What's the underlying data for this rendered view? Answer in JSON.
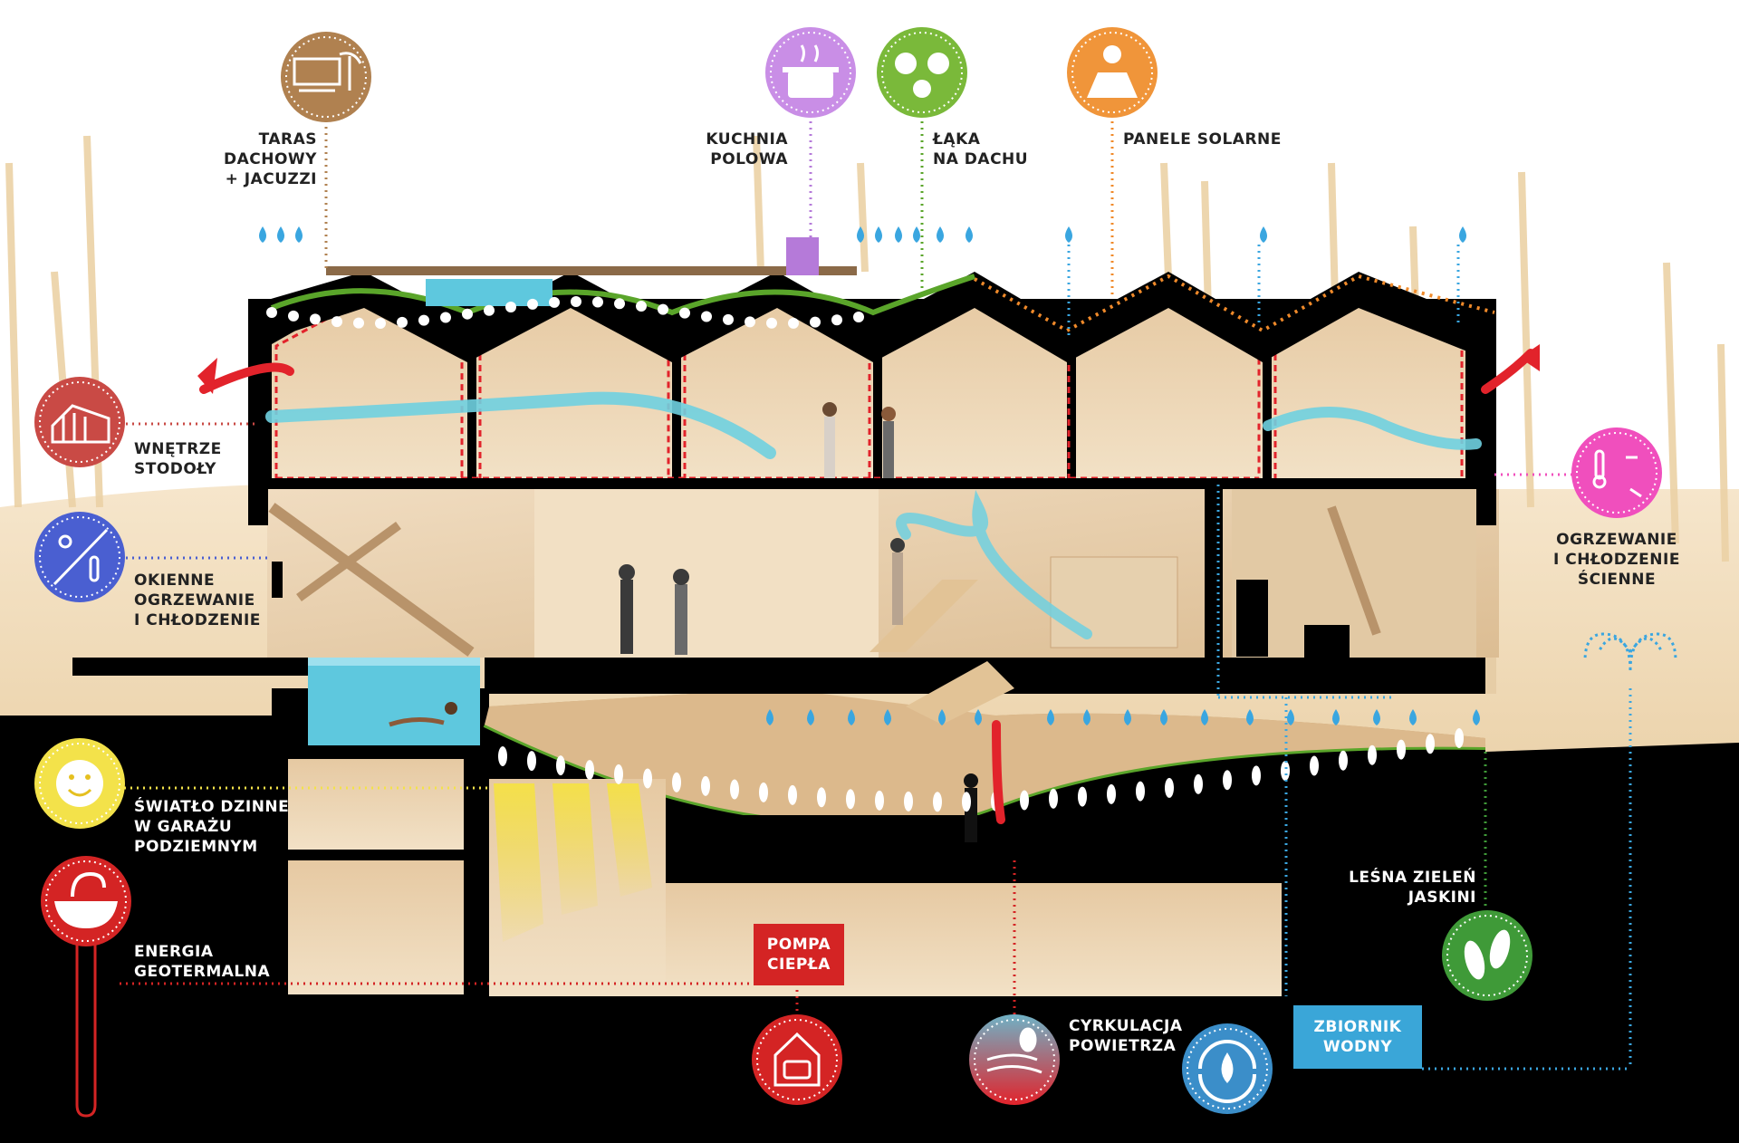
{
  "labels": {
    "roof_terrace": "TARAS\nDACHOWY\n+ JACUZZI",
    "field_kitchen": "KUCHNIA\nPOLOWA",
    "roof_meadow": "ŁĄKA\nNA DACHU",
    "solar_panels": "PANELE SOLARNE",
    "barn_interior": "WNĘTRZE\nSTODOŁY",
    "window_heating": "OKIENNE\nOGRZEWANIE\nI CHŁODZENIE",
    "wall_heating": "OGRZEWANIE\nI CHŁODZENIE\nŚCIENNE",
    "daylight_garage": "ŚWIATŁO DZINNE\nW GARAŻU\nPODZIEMNYM",
    "geothermal": "ENERGIA\nGEOTERMALNA",
    "cave_greenery": "LEŚNA ZIELEŃ\nJASKINI",
    "air_circulation": "CYRKULACJA\nPOWIETRZA",
    "heat_pump": "POMPA\nCIEPŁA",
    "water_tank": "ZBIORNIK\nWODNY"
  },
  "icons": {
    "roof_terrace": {
      "name": "terrace-jacuzzi-icon",
      "color": "#b08150"
    },
    "field_kitchen": {
      "name": "cooking-pot-icon",
      "color": "#c98ee6"
    },
    "roof_meadow": {
      "name": "flowers-icon",
      "color": "#7ab93a"
    },
    "solar_panels": {
      "name": "solar-panel-icon",
      "color": "#f0953a"
    },
    "barn_interior": {
      "name": "barn-icon",
      "color": "#c94a45"
    },
    "window_heating": {
      "name": "window-thermometer-icon",
      "color": "#4a5fd1"
    },
    "wall_heating": {
      "name": "wall-thermometer-icon",
      "color": "#f04fbd"
    },
    "daylight_garage": {
      "name": "smiling-sun-icon",
      "color": "#f3e24a"
    },
    "geothermal": {
      "name": "geothermal-icon",
      "color": "#d42424"
    },
    "cave_greenery": {
      "name": "leaves-icon",
      "color": "#3f9a38"
    },
    "air_circulation": {
      "name": "air-flow-icon",
      "color": "#d04848"
    },
    "heat_pump": {
      "name": "heat-pump-icon",
      "color": "#d42424"
    },
    "water_tank": {
      "name": "water-recycle-icon",
      "color": "#3b8ec9"
    }
  },
  "colors": {
    "ground": "#000000",
    "wood": "#e9d2b0",
    "water": "#5ec8de",
    "green_roof": "#5aa52a",
    "warm_air": "#d42424",
    "cool_air": "#6fd0e0",
    "rain": "#3aa6e0",
    "solar": "#f08a2a",
    "label_box_red": "#d42424",
    "label_box_blue": "#3aa6d8"
  }
}
